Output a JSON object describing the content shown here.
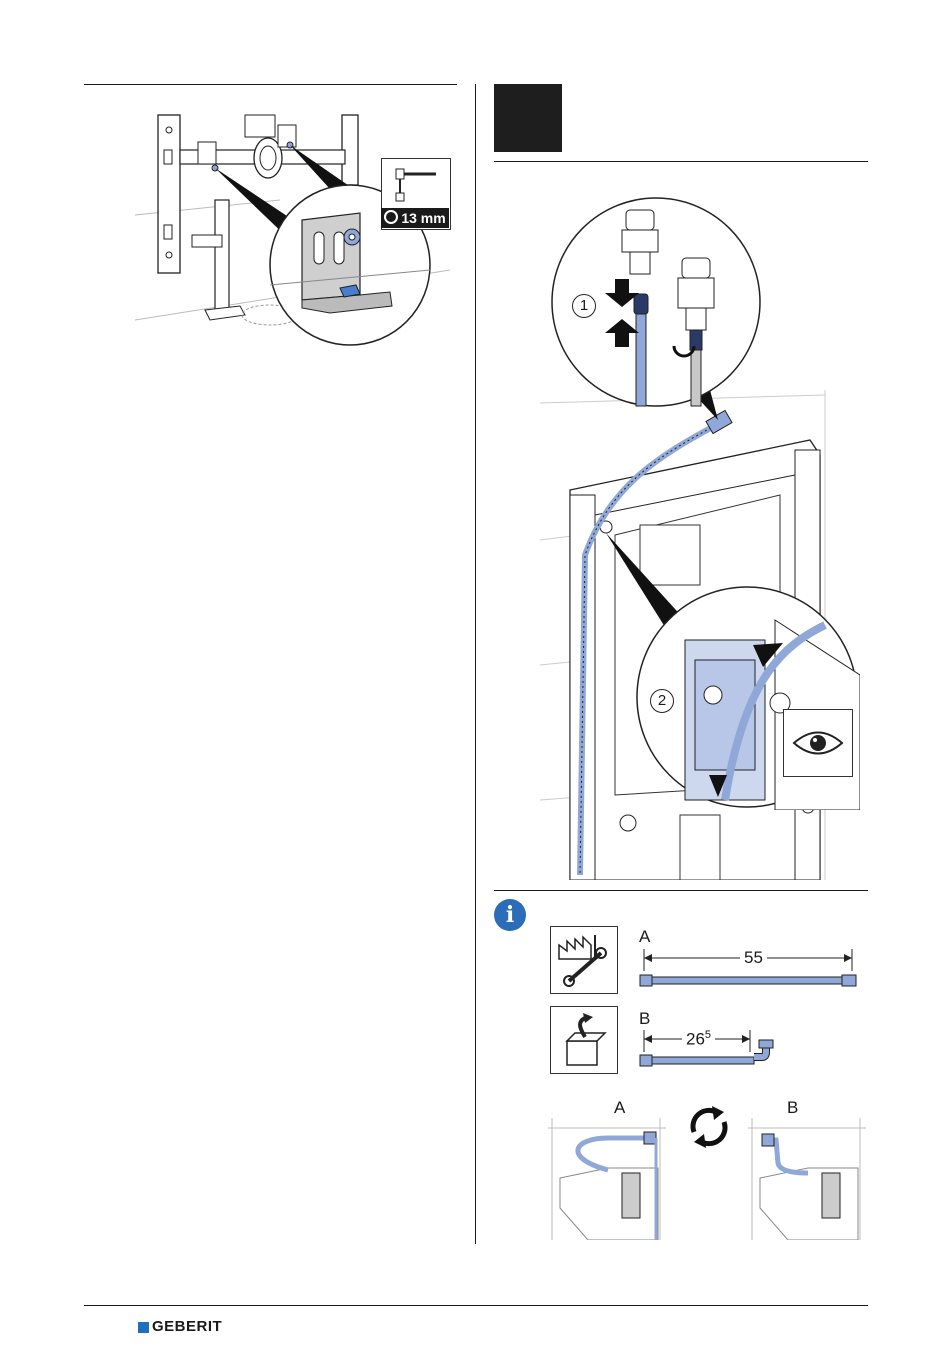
{
  "tool_badge": {
    "label": "13 mm"
  },
  "callouts": {
    "one": "1",
    "two": "2"
  },
  "info": {
    "icon_glyph": "i"
  },
  "hose_variants": {
    "a": {
      "letter": "A",
      "length": "55"
    },
    "b": {
      "letter": "B",
      "length_main": "26",
      "length_sup": "5"
    }
  },
  "installations": {
    "a_letter": "A",
    "b_letter": "B"
  },
  "footer": {
    "brand": "GEBERIT"
  },
  "colors": {
    "hose_blue": "#8fa8d8",
    "brand_blue": "#1f6fbf",
    "info_blue": "#2b6db8"
  }
}
